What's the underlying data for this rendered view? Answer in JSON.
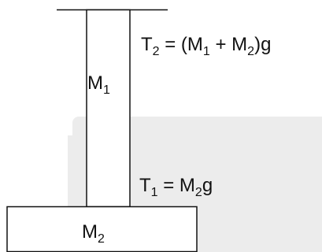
{
  "diagram": {
    "mass_top": {
      "symbol": "M",
      "subscript": "1"
    },
    "mass_bottom": {
      "symbol": "M",
      "subscript": "2"
    },
    "tension_upper": {
      "parts": [
        {
          "t": "T",
          "s": false
        },
        {
          "t": "2",
          "s": true
        },
        {
          "t": " = (M",
          "s": false
        },
        {
          "t": "1",
          "s": true
        },
        {
          "t": " + M",
          "s": false
        },
        {
          "t": "2",
          "s": true
        },
        {
          "t": ")g",
          "s": false
        }
      ]
    },
    "tension_lower": {
      "parts": [
        {
          "t": "T",
          "s": false
        },
        {
          "t": "1",
          "s": true
        },
        {
          "t": " = M",
          "s": false
        },
        {
          "t": "2",
          "s": true
        },
        {
          "t": "g",
          "s": false
        }
      ]
    }
  }
}
